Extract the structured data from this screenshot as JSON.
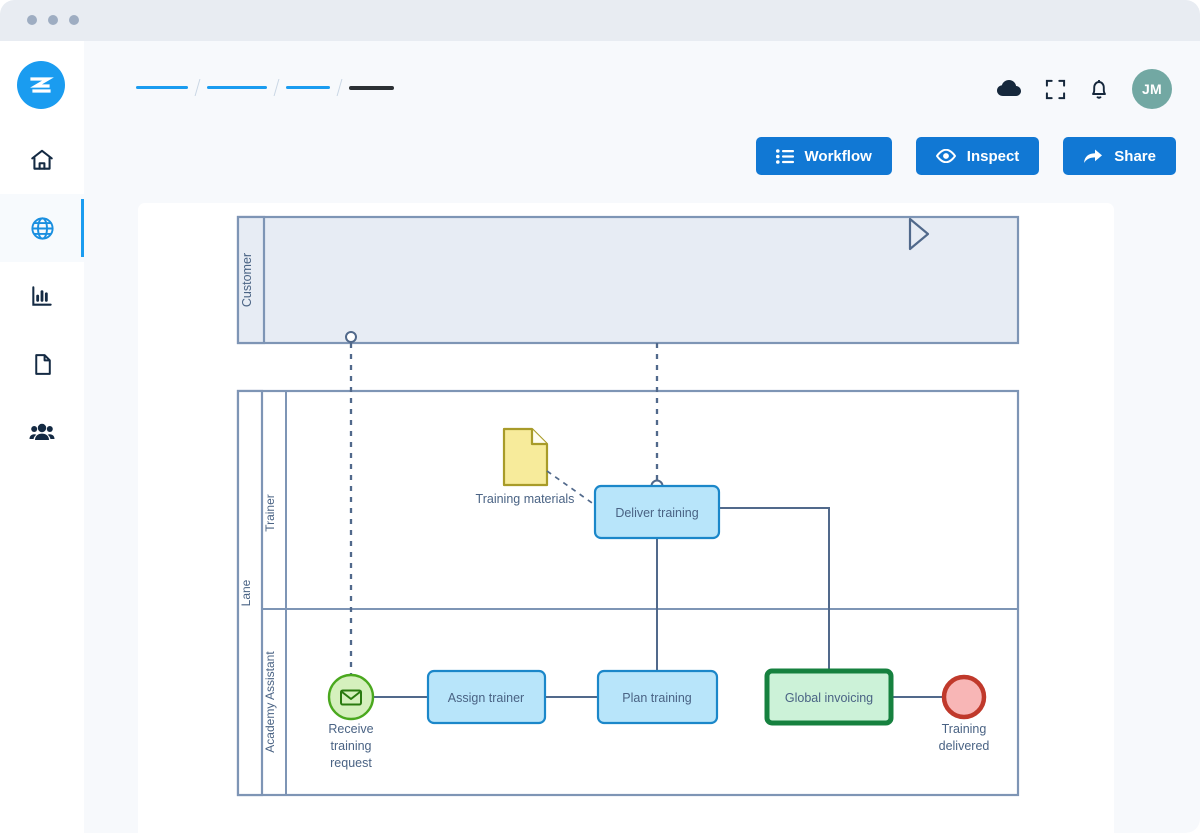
{
  "window": {
    "traffic_lights": [
      "close",
      "minimize",
      "maximize"
    ]
  },
  "sidebar": {
    "logo_name": "zz-logo",
    "items": [
      {
        "name": "home",
        "icon": "home-icon",
        "active": false
      },
      {
        "name": "globe",
        "icon": "globe-icon",
        "active": true
      },
      {
        "name": "analytics",
        "icon": "bar-chart-icon",
        "active": false
      },
      {
        "name": "documents",
        "icon": "document-icon",
        "active": false
      },
      {
        "name": "people",
        "icon": "people-icon",
        "active": false
      }
    ]
  },
  "header": {
    "breadcrumb": [
      {
        "type": "bar",
        "width": 52,
        "color": "#1a9cf0"
      },
      {
        "type": "sep"
      },
      {
        "type": "bar",
        "width": 60,
        "color": "#1a9cf0"
      },
      {
        "type": "sep"
      },
      {
        "type": "bar",
        "width": 44,
        "color": "#1a9cf0"
      },
      {
        "type": "sep"
      },
      {
        "type": "bar",
        "width": 45,
        "color": "#2c3034"
      }
    ],
    "icons": [
      {
        "name": "cloud-icon",
        "label": "cloud"
      },
      {
        "name": "fullscreen-icon",
        "label": "fullscreen"
      },
      {
        "name": "bell-icon",
        "label": "notifications"
      }
    ],
    "avatar_initials": "JM",
    "avatar_color": "#72a8a3"
  },
  "toolbar": {
    "workflow_label": "Workflow",
    "inspect_label": "Inspect",
    "share_label": "Share",
    "button_color": "#1178d4"
  },
  "diagram": {
    "type": "bpmn",
    "pools": [
      {
        "name": "customer-pool",
        "label": "Customer",
        "fill": "#e7ecf4",
        "stroke": "#7e95b5"
      },
      {
        "name": "lane-pool",
        "label": "Lane",
        "fill": "#ffffff",
        "stroke": "#7e95b5"
      }
    ],
    "lanes": [
      {
        "name": "trainer-lane",
        "label": "Trainer"
      },
      {
        "name": "academy-assistant-lane",
        "label": "Academy Assistant"
      }
    ],
    "events": [
      {
        "name": "receive-training-request",
        "label": "Receive training request",
        "label_lines": [
          "Receive",
          "training",
          "request"
        ],
        "kind": "start-message-event",
        "fill": "#d5f0bd",
        "stroke": "#4aa81e"
      },
      {
        "name": "training-delivered",
        "label": "Training delivered",
        "label_lines": [
          "Training",
          "delivered"
        ],
        "kind": "end-event",
        "fill": "#f8b6b6",
        "stroke": "#c0392b"
      }
    ],
    "tasks": [
      {
        "name": "assign-trainer",
        "label": "Assign trainer",
        "fill": "#b8e5fa",
        "stroke": "#1b87c9"
      },
      {
        "name": "plan-training",
        "label": "Plan training",
        "fill": "#b8e5fa",
        "stroke": "#1b87c9"
      },
      {
        "name": "deliver-training",
        "label": "Deliver training",
        "fill": "#b8e5fa",
        "stroke": "#1b87c9"
      },
      {
        "name": "global-invoicing",
        "label": "Global invoicing",
        "fill": "#ccf2d8",
        "stroke": "#16813f"
      }
    ],
    "artifacts": [
      {
        "name": "training-materials",
        "label": "Training materials",
        "kind": "data-object",
        "fill": "#f7eb9b",
        "stroke": "#a89b29"
      }
    ],
    "markers": [
      {
        "name": "customer-pool-marker",
        "kind": "triangle-play"
      }
    ]
  }
}
